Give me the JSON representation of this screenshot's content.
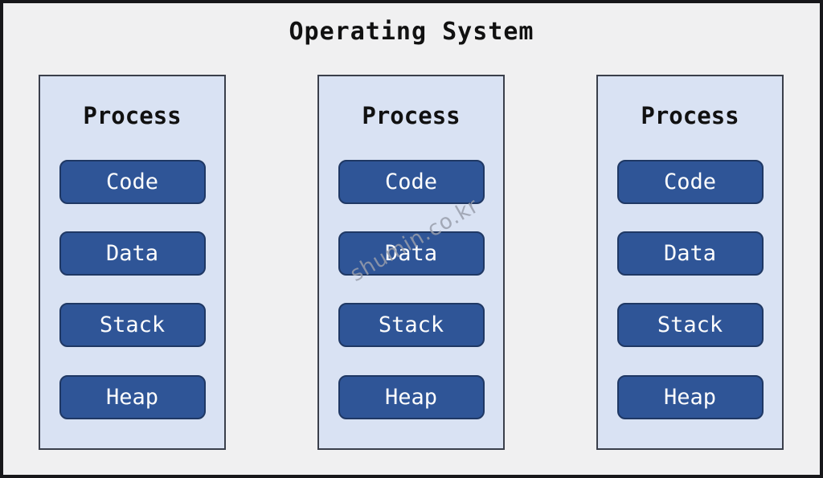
{
  "title": "Operating System",
  "watermark": "shumin.co.kr",
  "processes": [
    {
      "label": "Process",
      "segments": [
        "Code",
        "Data",
        "Stack",
        "Heap"
      ]
    },
    {
      "label": "Process",
      "segments": [
        "Code",
        "Data",
        "Stack",
        "Heap"
      ]
    },
    {
      "label": "Process",
      "segments": [
        "Code",
        "Data",
        "Stack",
        "Heap"
      ]
    }
  ],
  "colors": {
    "canvas_bg": "#f0f0f1",
    "frame_border": "#17171a",
    "panel_bg": "#d9e2f3",
    "panel_border": "#3a3f4b",
    "segment_bg": "#2f5597",
    "segment_border": "#1f3864",
    "segment_text": "#fdfdfd",
    "title_text": "#111111",
    "watermark_text": "#989eaa"
  }
}
